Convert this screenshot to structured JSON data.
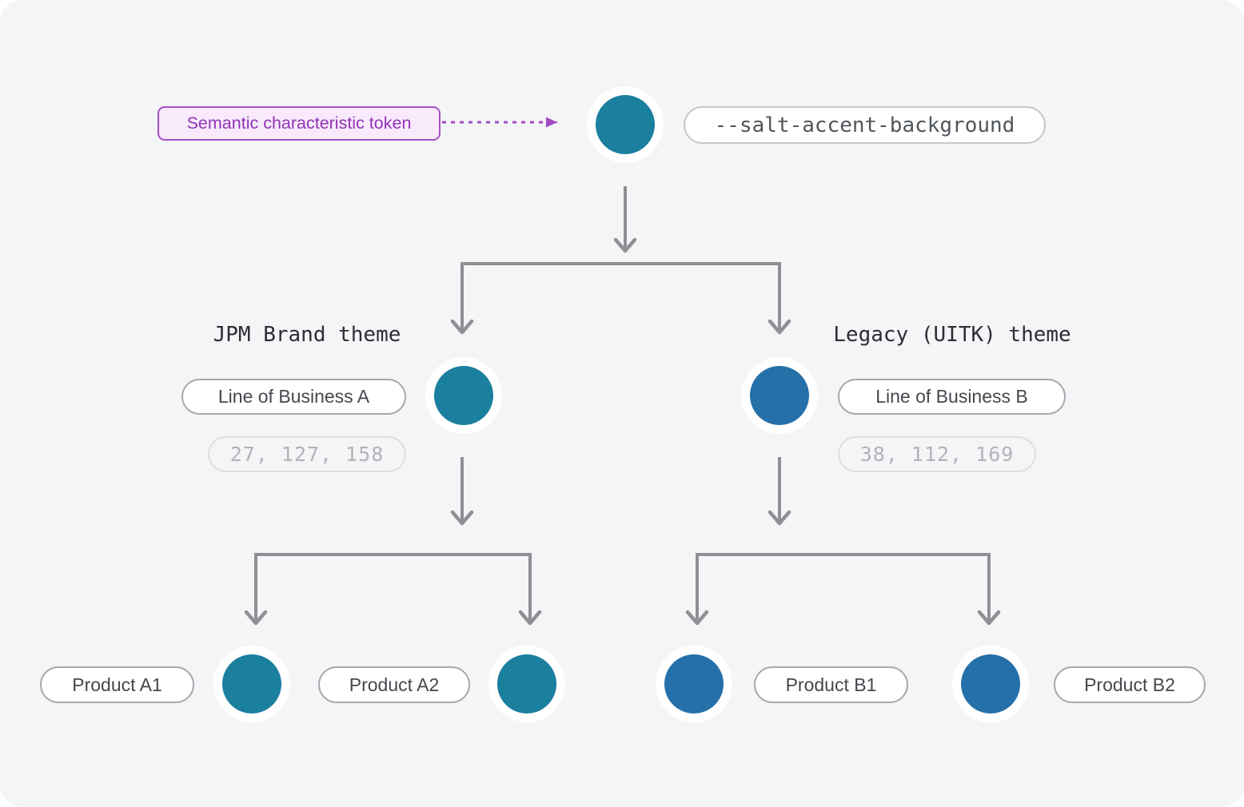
{
  "canvas": {
    "background": "#f4f5f7",
    "arrow_color": "#8e9093"
  },
  "annotation": {
    "label": "Semantic characteristic token",
    "text_color": "#9333b9",
    "border_color": "#a44fc3",
    "background": "#f8eafb",
    "arrow_color": "#a14cc0"
  },
  "root_token": {
    "code": "--salt-accent-background",
    "color": "#1b7f9e"
  },
  "themes": [
    {
      "title": "JPM Brand theme",
      "lob_label": "Line of Business A",
      "rgb_label": "27, 127, 158",
      "color": "#1b7f9e"
    },
    {
      "title": "Legacy (UITK) theme",
      "lob_label": "Line of Business B",
      "rgb_label": "38, 112, 169",
      "color": "#2670a9"
    }
  ],
  "products": [
    {
      "label": "Product A1",
      "color": "#1b7f9e"
    },
    {
      "label": "Product A2",
      "color": "#1b7f9e"
    },
    {
      "label": "Product B1",
      "color": "#2670a9"
    },
    {
      "label": "Product B2",
      "color": "#2670a9"
    }
  ]
}
